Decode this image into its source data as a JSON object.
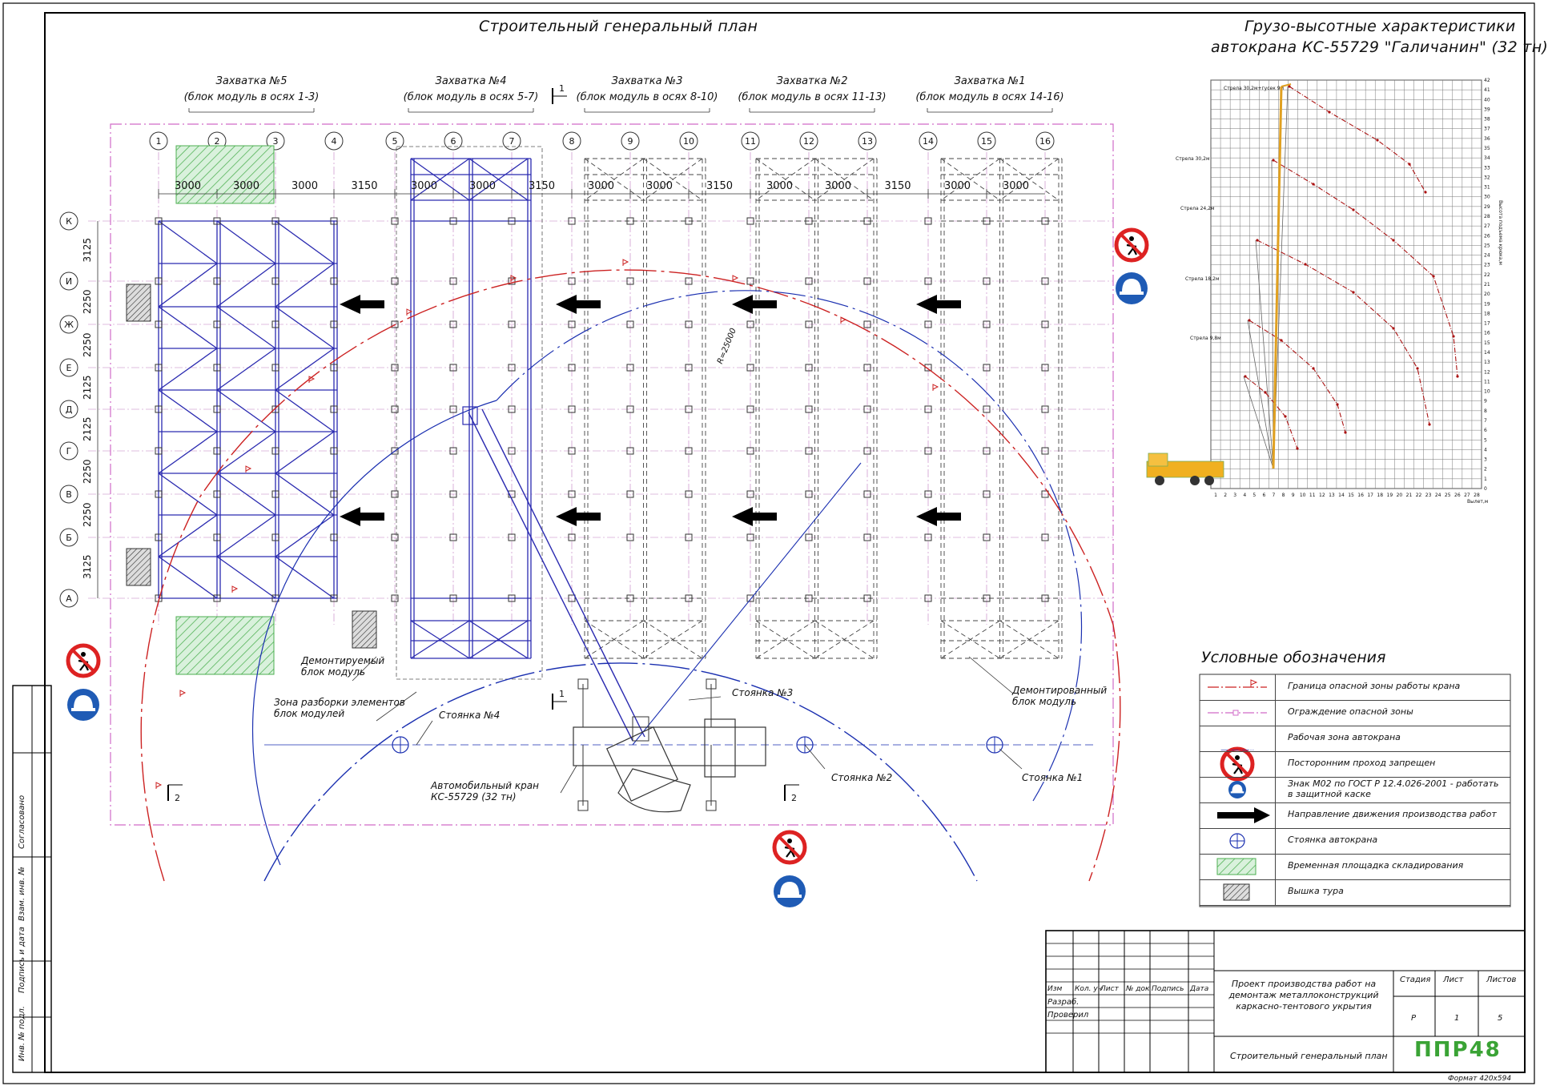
{
  "title": "Строительный генеральный план",
  "chart_title_line1": "Грузо-высотные характеристики",
  "chart_title_line2": "автокрана КС-55729 \"Галичанин\" (32 тн)",
  "sections": [
    {
      "name": "Захватка №5",
      "range": "(блок модуль в осях 1-3)"
    },
    {
      "name": "Захватка №4",
      "range": "(блок модуль в осях 5-7)"
    },
    {
      "name": "Захватка №3",
      "range": "(блок модуль в осях 8-10)"
    },
    {
      "name": "Захватка №2",
      "range": "(блок модуль в осях 11-13)"
    },
    {
      "name": "Захватка №1",
      "range": "(блок модуль в осях 14-16)"
    }
  ],
  "col_axes": [
    "1",
    "2",
    "3",
    "4",
    "5",
    "6",
    "7",
    "8",
    "9",
    "10",
    "11",
    "12",
    "13",
    "14",
    "15",
    "16"
  ],
  "row_axes": [
    "К",
    "И",
    "Ж",
    "Е",
    "Д",
    "Г",
    "В",
    "Б",
    "А"
  ],
  "col_dims": [
    "3000",
    "3000",
    "3000",
    "3150",
    "3000",
    "3000",
    "3150",
    "3000",
    "3000",
    "3150",
    "3000",
    "3000",
    "3150",
    "3000",
    "3000"
  ],
  "row_dims": [
    "3125",
    "2250",
    "2250",
    "2125",
    "2125",
    "2250",
    "2250",
    "3125"
  ],
  "section_marks": [
    "1",
    "1",
    "2",
    "2"
  ],
  "callouts": {
    "dismantled_module": "Демонтируемый блок модуль",
    "dismantle_zone": "Зона разборки элементов блок модулей",
    "stand4": "Стоянка №4",
    "stand3": "Стоянка №3",
    "stand2": "Стоянка №2",
    "stand1": "Стоянка №1",
    "crane": "Автомобильный кран КС-55729 (32 тн)",
    "done_module": "Демонтированный блок модуль",
    "radius": "R=25000"
  },
  "legend_title": "Условные обозначения",
  "legend": [
    {
      "icon": "danger-zone-line-icon",
      "text": "Граница опасной зоны работы крана"
    },
    {
      "icon": "fence-line-icon",
      "text": "Ограждение опасной зоны"
    },
    {
      "icon": "work-zone-line-icon",
      "text": "Рабочая зона автокрана"
    },
    {
      "icon": "no-pedestrian-icon",
      "text": "Посторонним проход запрещен"
    },
    {
      "icon": "helmet-icon",
      "text": "Знак М02 по ГОСТ Р 12.4.026-2001 - работать в защитной каске"
    },
    {
      "icon": "arrow-right-icon",
      "text": "Направление движения производства работ"
    },
    {
      "icon": "crane-stand-icon",
      "text": "Стоянка автокрана"
    },
    {
      "icon": "storage-area-icon",
      "text": "Временная площадка складирования"
    },
    {
      "icon": "tower-icon",
      "text": "Вышка тура"
    }
  ],
  "stamp": {
    "headers": [
      "Изм",
      "Кол. уч",
      "Лист",
      "№ док",
      "Подпись",
      "Дата"
    ],
    "razrab": "Разраб.",
    "proveril": "Проверил",
    "project": "Проект производства работ на демонтаж металлоконструкций каркасно-тентового укрытия",
    "sheet_title": "Строительный генеральный план",
    "stage_h": "Стадия",
    "sheet_h": "Лист",
    "sheets_h": "Листов",
    "stage": "Р",
    "sheet": "1",
    "sheets": "5",
    "logo": "ППР48",
    "format": "Формат 420х594"
  },
  "side_stamp": [
    "Согласовано",
    "Взам. инв. №",
    "Подпись и дата",
    "Инв. № подл."
  ],
  "crane_chart": {
    "boom_labels": [
      "Стрела 30,2м+гусек 9м",
      "Стрела 30,2м",
      "Стрела 24,2м",
      "Стрела 18,2м",
      "Стрела 9,8м"
    ],
    "x_ticks": [
      "1",
      "2",
      "3",
      "4",
      "5",
      "6",
      "7",
      "8",
      "9",
      "10",
      "11",
      "12",
      "13",
      "14",
      "15",
      "16",
      "17",
      "18",
      "19",
      "20",
      "21",
      "22",
      "23",
      "24",
      "25",
      "26",
      "27",
      "28"
    ],
    "y_ticks": [
      "0",
      "1",
      "2",
      "3",
      "4",
      "5",
      "6",
      "7",
      "8",
      "9",
      "10",
      "11",
      "12",
      "13",
      "14",
      "15",
      "16",
      "17",
      "18",
      "19",
      "20",
      "21",
      "22",
      "23",
      "24",
      "25",
      "26",
      "27",
      "28",
      "29",
      "30",
      "31",
      "32",
      "33",
      "34",
      "35",
      "36",
      "37",
      "38",
      "39",
      "40",
      "41",
      "42"
    ],
    "xlabel": "Вылет,м",
    "ylabel": "Высота подъема крюка,м"
  },
  "colors": {
    "danger": "#cc2222",
    "work": "#1a2fb0",
    "struct": "#2a2ab0",
    "hatch": "#4caf50",
    "fence": "#d06bc8"
  }
}
